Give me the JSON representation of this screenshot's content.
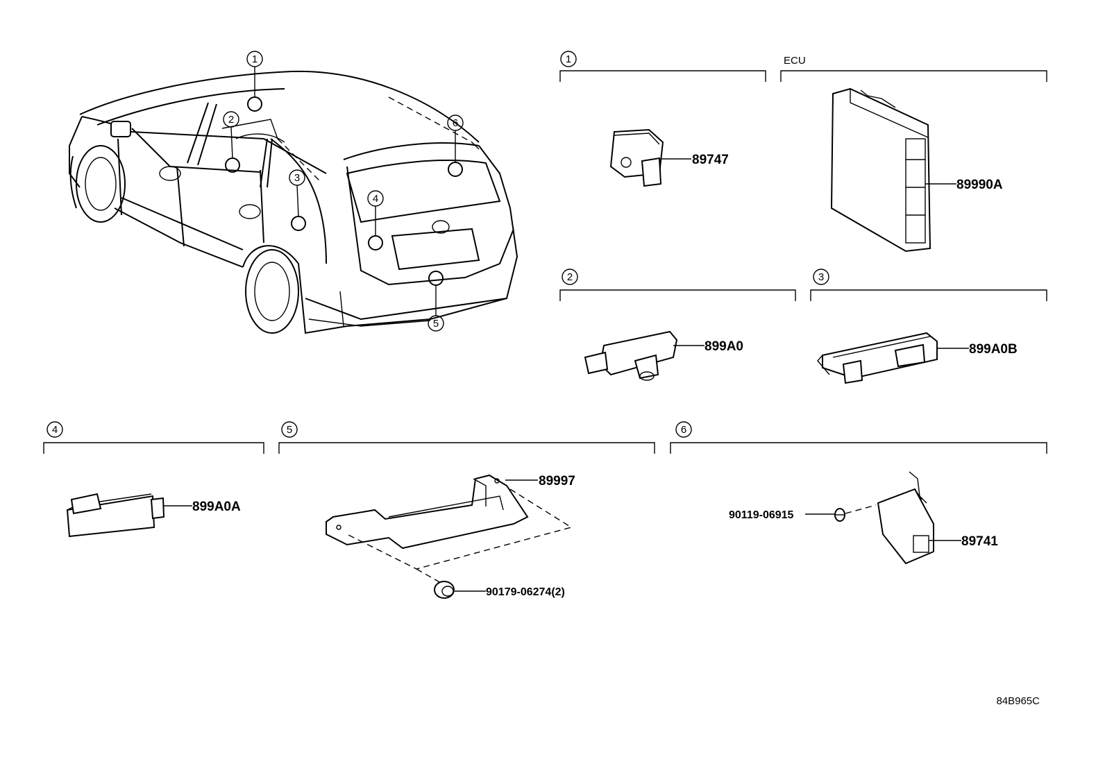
{
  "section_headers": {
    "ecu": "ECU"
  },
  "callouts": [
    "1",
    "2",
    "3",
    "4",
    "5",
    "6"
  ],
  "parts": {
    "p89747": "89747",
    "p89990a": "89990A",
    "p899a0": "899A0",
    "p899a0b": "899A0B",
    "p899a0a": "899A0A",
    "p89997": "89997",
    "p90179": "90179-06274(2)",
    "p90119": "90119-06915",
    "p89741": "89741"
  },
  "diagram_code": "84B965C"
}
